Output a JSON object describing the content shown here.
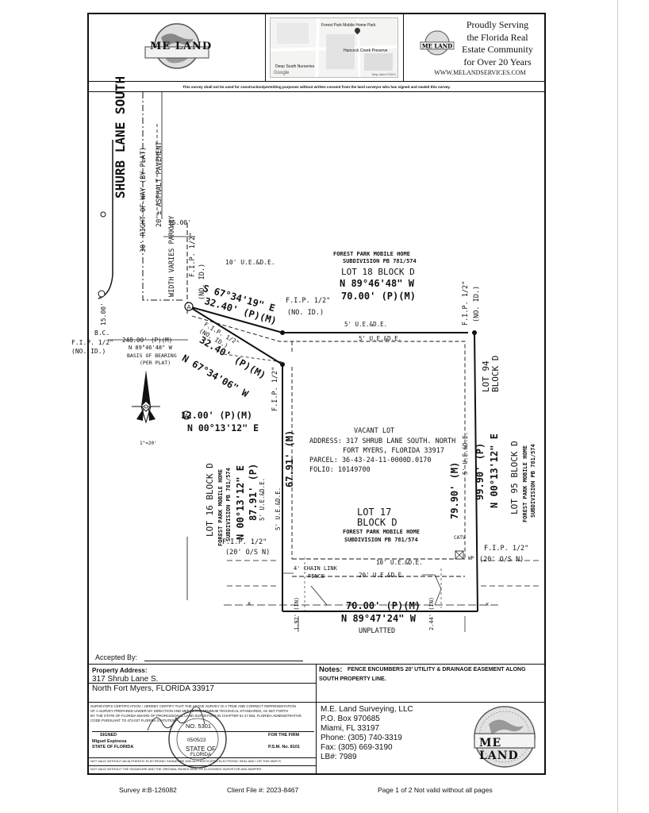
{
  "header": {
    "logo_text": "ME LAND",
    "map": {
      "park_label": "Forest Park Mobile Home Park",
      "creek_label": "Hancock Creek Preserve",
      "nursery_label": "Deep South Nurseries",
      "provider": "Google",
      "map_data": "Map data ©2023"
    },
    "serving_lines": [
      "Proudly Serving",
      "the Florida Real",
      "Estate Community",
      "for Over 20 Years"
    ],
    "website": "WWW.MELANDSERVICES.COM"
  },
  "disclaimer": "This survey shall not be used for construction/permitting purposes without written consent from the land surveyor who has signed and sealed this survey.",
  "drawing": {
    "street_name": "SHURB LANE SOUTH",
    "row_by_plat": "30' RIGHT-OF-WAY (BY PLAT)",
    "asphalt": "20'± ASPHALT PAVEMENT",
    "parkway": "WIDTH VARIES PARKWAY",
    "dim_15_top": "15.00'",
    "dim_15_left": "15.00'",
    "fip_top": "F.I.P. 1/2\"",
    "no_id_top": "(NO. ID.)",
    "ue_10_top": "10' U.E.&D.E.",
    "bearing_top": "S 67°34'19\" E",
    "dist_top": "32.40' (P)(M)",
    "fip_mid": "F.I.P. 1/2\"",
    "no_id_mid": "(NO. ID.)",
    "lot18_sub": [
      "FOREST PARK MOBILE HOME",
      "SUBDIVISION PB 781/574"
    ],
    "lot18": "LOT 18 BLOCK D",
    "bearing_north": "N 89°46'48\" W",
    "dist_north": "70.00' (P)(M)",
    "ue_5_a": "5' U.E.&D.E.",
    "ue_5_b": "5' U.E.&D.E.",
    "fip_ne": "F.I.P. 1/2\"",
    "no_id_ne": "(NO. ID.)",
    "bc": "B.C.",
    "fip_bc": "F.I.P. 1/2\"",
    "no_id_bc": "(NO. ID.)",
    "dist_248": "248.00' (P)(M)",
    "bearing_248": "N 89°46'48\" W",
    "basis": [
      "BASIS OF BEARING",
      "(PER PLAT)"
    ],
    "fip_diag": "F.I.P. 1/2\"",
    "no_id_diag": "(NO. ID.)",
    "bearing_diag": "N 67°34'06\" W",
    "dist_diag": "32.40' (P)(M)",
    "fip_vert": "F.I.P. 1/2\"",
    "arc_12": "12.00' (P)(M)",
    "bearing_12": "N 00°13'12\" E",
    "scale": "1\"=20'",
    "north_letter": "N",
    "vacant": "VACANT LOT",
    "address_lines": [
      "ADDRESS: 317 SHRUB LANE SOUTH. NORTH",
      "FORT MYERS, FLORIDA 33917"
    ],
    "parcel": "PARCEL: 36-43-24-11-0000D.0170",
    "folio": "FOLIO: 10149700",
    "lot17": "LOT 17",
    "block17": "BLOCK D",
    "lot17_sub": [
      "FOREST PARK MOBILE HOME",
      "SUBDIVISION PB 781/574"
    ],
    "west_dist_m": "67.91' (M)",
    "west_ue": "5' U.E.&D.E.",
    "lot16": "LOT 16 BLOCK D",
    "lot16_sub": [
      "FOREST PARK MOBILE HOME",
      "SUBDIVISION PB 781/574"
    ],
    "bearing_west": "N 00°13'12\" E",
    "dist_west_p": "87.91' (P)",
    "ue_5_west": "5' U.E.&D.E.",
    "fip_sw": "F.I.P. 1/2\"",
    "offset_sw": "(20' O/S N)",
    "east_dist_m": "79.90' (M)",
    "east_ue": "5' U.E.&D.E.",
    "east_dist_p": "99.90' (P)",
    "bearing_east": "N 00°13'12\" E",
    "lot94": "LOT 94",
    "block94": "BLOCK D",
    "lot95": "LOT 95 BLOCK D",
    "lot95_sub": [
      "FOREST PARK MOBILE HOME",
      "SUBDIVISION PB 781/574"
    ],
    "catv": "CATV",
    "wp": "WP",
    "fip_se": "F.I.P. 1/2\"",
    "offset_se": "(20' O/S N)",
    "ue_10_south": "10' U.E.&D.E.",
    "chain": "4' CHAIN LINK",
    "fence": "FENCE",
    "ue_20_south": "20' U.E.&D.E.",
    "dist_south": "70.00' (P)(M)",
    "bearing_south": "N 89°47'24\" W",
    "unplatted": "UNPLATTED",
    "in_left": "1.92' (IN)",
    "in_right": "2.44' (IN)",
    "fence_x": "x"
  },
  "footer": {
    "accepted_by": "Accepted By:",
    "property_address_label": "Property Address:",
    "address_line1": "317 Shrub Lane S.",
    "address_line2": "North Fort Myers, FLORIDA 33917",
    "notes_label": "Notes:",
    "notes_text": "FENCE ENCUMBERS 20' UTILITY & DRAINAGE EASEMENT ALONG",
    "notes_text2": "SOUTH PROPERTY LINE.",
    "cert_lines": [
      "SURVEYOR'S CERTIFICATION: I HEREBY CERTIFY THAT THE ABOVE SURVEY IS A TRUE AND CORRECT REPRESENTATION",
      "OF A SURVEY PREPARED UNDER MY DIRECTION AND MEETS THE MINIMUM TECHNICAL STANDARDS, AS SET FORTH",
      "BY THE STATE OF FLORIDA BOARD OF PROFESSIONAL LAND SURVEYORS IN CHAPTER 5J-17.052, FLORIDA ADMINISTRATIVE",
      "CODE PURSUANT TO 472-027 FLORIDA STATUTES."
    ],
    "signed": "SIGNED",
    "signer_name": "Miguel Espinosa",
    "signer_state": "STATE OF FLORIDA",
    "for_firm": "FOR THE FIRM",
    "psm": "P.S.M. No. 8101",
    "seal_no": "NO. 5301",
    "seal_date": "05/05/23",
    "seal_state": "STATE OF",
    "seal_florida": "FLORIDA",
    "not_valid_1": "NOT VALID WITHOUT AN AUTHENTIC ELECTRONIC SIGNATURE AND AUTHENTICATED ELECTRONIC SEAL AND / OR THIS MAP IS",
    "not_valid_2": "NOT VALID WITHOUT THE SIGNATURE AND THE ORIGINAL RAISED SEAL OF A LICENSED SURVEYOR AND MAPPER.",
    "company": "M.E. Land Surveying, LLC",
    "po_box": "P.O. Box 970685",
    "city": "Miami, FL 33197",
    "phone": "Phone: (305) 740-3319",
    "fax": "Fax: (305) 669-3190",
    "lb": "LB#: 7989",
    "logo_text": "ME LAND"
  },
  "bottom": {
    "survey_no": "Survey #:B-126082",
    "client_file": "Client File #: 2023-8467",
    "page_info": "Page 1 of 2 Not valid without all pages"
  }
}
